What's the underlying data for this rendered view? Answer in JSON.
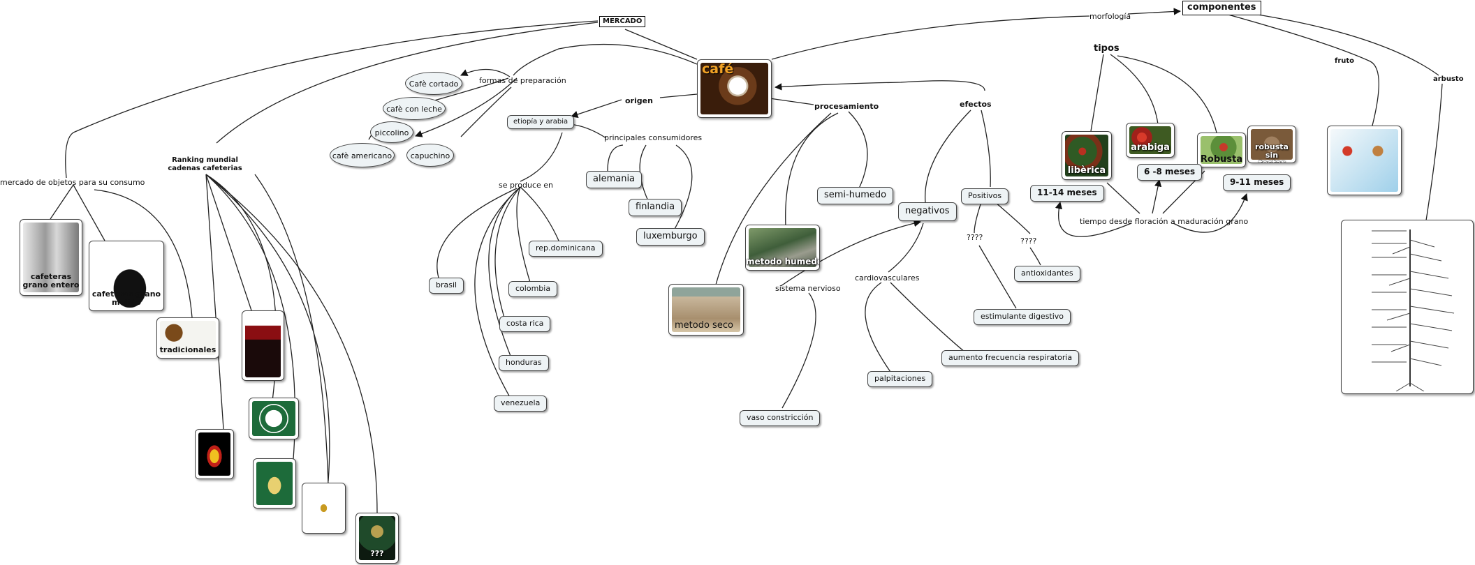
{
  "colors": {
    "line": "#222222",
    "node_fill": "#eef3f5",
    "node_border": "#444444"
  },
  "nodes": {
    "mercado": "MERCADO",
    "componentes": "componentes",
    "morfologia": "morfología",
    "tipos": "tipos",
    "fruto": "fruto",
    "arbusto": "arbusto",
    "cafe": "café",
    "formas": "formas de preparación",
    "cortado": "Cafè cortado",
    "con_leche": "cafè con leche",
    "piccolino": "piccolino",
    "americano": "cafè americano",
    "capuchino": "capuchino",
    "origen": "origen",
    "etiopia": "etiopía y arabia",
    "consumidores": "principales consumidores",
    "alemania": "alemania",
    "finlandia": "finlandia",
    "luxemburgo": "luxemburgo",
    "se_produce": "se produce en",
    "rep_dom": "rep.dominicana",
    "brasil": "brasil",
    "colombia": "colombia",
    "costa_rica": "costa rica",
    "honduras": "honduras",
    "venezuela": "venezuela",
    "procesamiento": "procesamiento",
    "semi_humedo": "semi-humedo",
    "metodo_humedo": "metodo humedo",
    "metodo_seco": "metodo seco",
    "efectos": "efectos",
    "negativos": "negativos",
    "positivos": "Positivos",
    "q1": "????",
    "q2": "????",
    "antioxidantes": "antioxidantes",
    "estimulante": "estimulante digestivo",
    "sistema_nervioso": "sistema nervioso",
    "cardiovasculares": "cardiovasculares",
    "aumento": "aumento frecuencia respiratoria",
    "palpitaciones": "palpitaciones",
    "vaso": "vaso constricción",
    "liberica": "libèrica",
    "arabiga": "arabiga",
    "robusta": "Robusta",
    "robusta_sin": "robusta sin tostar",
    "m11_14": "11-14 meses",
    "m6_8": "6 -8 meses",
    "m9_11": "9-11 meses",
    "tiempo": "tiempo desde floración a maduración grano",
    "mercado_objetos": "mercado de objetos para su consumo",
    "grano_entero": "cafeteras grano entero",
    "grano_molido": "cafeteras grano molido",
    "tradicionales": "tradicionales",
    "ranking": "Ranking mundial cadenas cafeterias",
    "q3": "???"
  },
  "icons": [
    "coffee-cup-icon",
    "coffee-plant-icon",
    "starbucks-logo-icon",
    "tree-diagram-icon"
  ]
}
